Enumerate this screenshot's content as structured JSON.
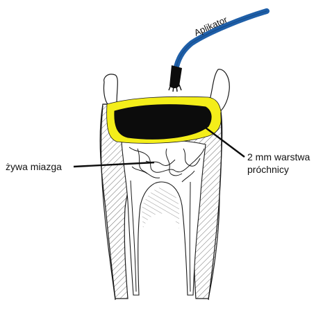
{
  "labels": {
    "applicator": "Aplikator",
    "pulp": "żywa miazga",
    "decay_line1": "2 mm warstwa",
    "decay_line2": "próchnicy"
  },
  "colors": {
    "applicator_blue": "#1f5fa8",
    "liner_yellow": "#f4ee1a",
    "decay_black": "#0c0c0c",
    "outline": "#1a1a1a",
    "hatching": "#6b6b6b"
  },
  "icons": {
    "applicator": "brush-applicator-icon",
    "tooth": "molar-tooth-cross-section"
  }
}
